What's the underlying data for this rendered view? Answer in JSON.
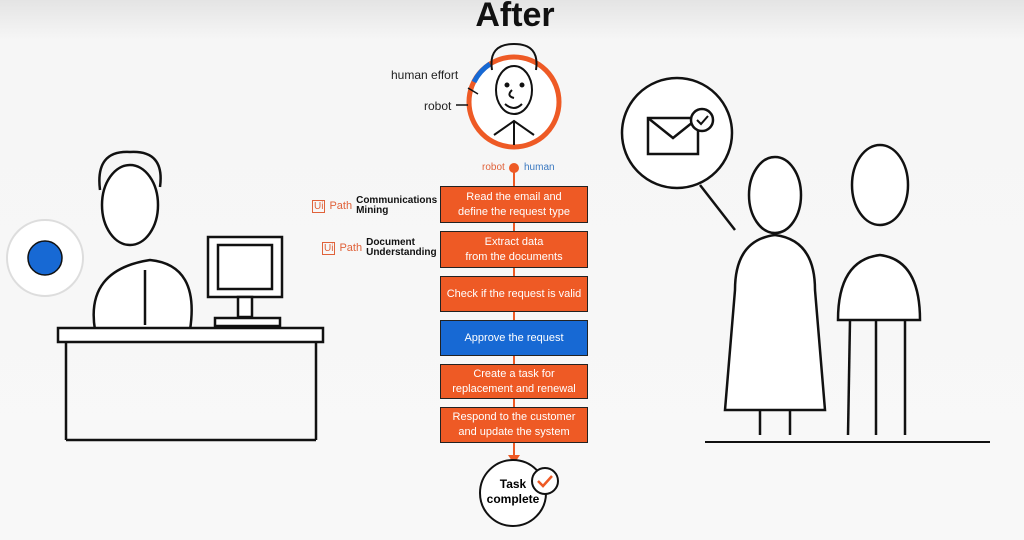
{
  "title": "After",
  "effort": {
    "human_label": "human effort",
    "robot_label": "robot",
    "human_share": 0.15
  },
  "scale": {
    "left": "robot",
    "right": "human"
  },
  "colors": {
    "robot": "#ee5a25",
    "human": "#1769d4"
  },
  "products": [
    {
      "brand_ui": "Ui",
      "brand_path": "Path",
      "line1": "Communications",
      "line2": "Mining"
    },
    {
      "brand_ui": "Ui",
      "brand_path": "Path",
      "line1": "Document",
      "line2": "Understanding"
    }
  ],
  "steps": [
    {
      "line1": "Read the email and",
      "line2": "define the request type",
      "actor": "robot"
    },
    {
      "line1": "Extract data",
      "line2": "from the documents",
      "actor": "robot"
    },
    {
      "line1": "Check if the request is valid",
      "line2": "",
      "actor": "robot"
    },
    {
      "line1": "Approve the request",
      "line2": "",
      "actor": "human"
    },
    {
      "line1": "Create a task for",
      "line2": "replacement and renewal",
      "actor": "robot"
    },
    {
      "line1": "Respond to the customer",
      "line2": "and update the system",
      "actor": "robot"
    }
  ],
  "end": {
    "line1": "Task",
    "line2": "complete"
  }
}
